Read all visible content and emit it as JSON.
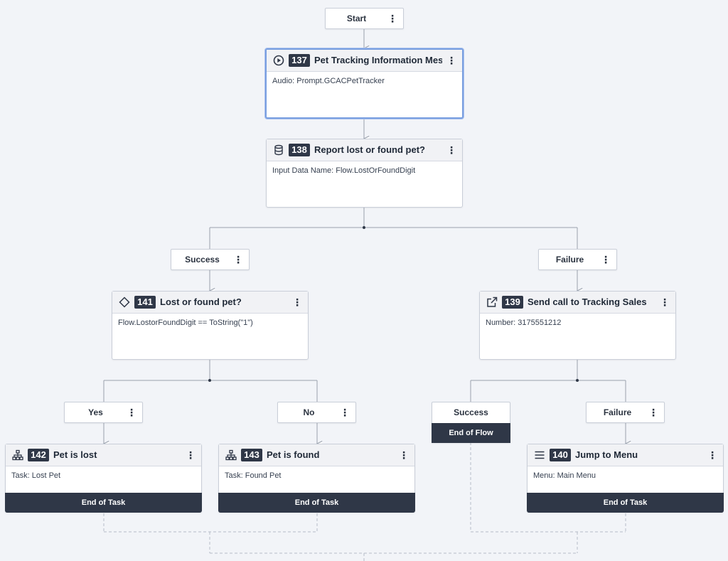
{
  "start": {
    "label": "Start"
  },
  "nodes": {
    "n137": {
      "number": "137",
      "title": "Pet Tracking Information Mes...",
      "icon": "play-circle-icon",
      "body": "Audio: Prompt.GCACPetTracker"
    },
    "n138": {
      "number": "138",
      "title": "Report lost or found pet?",
      "icon": "database-icon",
      "body": "Input Data Name: Flow.LostOrFoundDigit"
    },
    "n141": {
      "number": "141",
      "title": "Lost or found pet?",
      "icon": "diamond-decision-icon",
      "body": "Flow.LostorFoundDigit == ToString(\"1\")"
    },
    "n139": {
      "number": "139",
      "title": "Send call to Tracking Sales",
      "icon": "external-link-icon",
      "body": "Number: 3175551212"
    },
    "n142": {
      "number": "142",
      "title": "Pet is lost",
      "icon": "org-chart-icon",
      "body": "Task: Lost Pet",
      "footer": "End of Task"
    },
    "n143": {
      "number": "143",
      "title": "Pet is found",
      "icon": "org-chart-icon",
      "body": "Task: Found Pet",
      "footer": "End of Task"
    },
    "n140": {
      "number": "140",
      "title": "Jump to Menu",
      "icon": "menu-lines-icon",
      "body": "Menu: Main Menu",
      "footer": "End of Task"
    }
  },
  "branches": {
    "success_138": "Success",
    "failure_138": "Failure",
    "yes_141": "Yes",
    "no_141": "No",
    "success_139": "Success",
    "failure_139": "Failure"
  },
  "end_of_flow": "End of Flow",
  "colors": {
    "dark": "#2f3747",
    "selected_border": "#7a9fe0",
    "connector": "#9aa1ad",
    "background": "#f2f4f8"
  }
}
